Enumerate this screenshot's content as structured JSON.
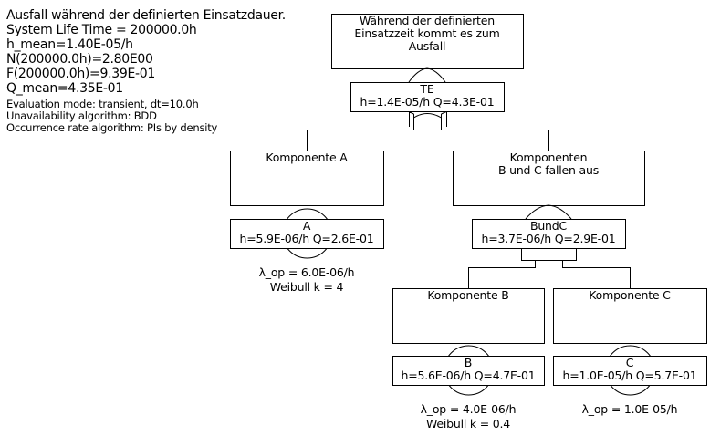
{
  "summary": {
    "title": "Ausfall während der definierten Einsatzdauer.",
    "life_time": "System Life Time = 200000.0h",
    "h_mean": "h_mean=1.40E-05/h",
    "n_value": "N(200000.0h)=2.80E00",
    "f_value": "F(200000.0h)=9.39E-01",
    "q_mean": "Q_mean=4.35E-01",
    "evaluation_mode": "Evaluation mode: transient, dt=10.0h",
    "unavailability_algorithm": "Unavailability algorithm: BDD",
    "occurrence_algorithm": "Occurrence rate algorithm: PIs by density"
  },
  "tree": {
    "top": {
      "description": [
        "Während der definierten",
        "Einsatzzeit kommt es zum",
        "Ausfall"
      ],
      "name": "TE",
      "metrics": "h=1.4E-05/h Q=4.3E-01",
      "gate": "OR"
    },
    "a": {
      "description": [
        "Komponente A"
      ],
      "name": "A",
      "metrics": "h=5.9E-06/h Q=2.6E-01",
      "type": "basic-event",
      "params": [
        "λ_op = 6.0E-06/h",
        "Weibull k = 4"
      ]
    },
    "bundc": {
      "description": [
        "Komponenten",
        "B und C fallen aus"
      ],
      "name": "BundC",
      "metrics": "h=3.7E-06/h Q=2.9E-01",
      "gate": "AND"
    },
    "b": {
      "description": [
        "Komponente B"
      ],
      "name": "B",
      "metrics": "h=5.6E-06/h Q=4.7E-01",
      "type": "basic-event",
      "params": [
        "λ_op = 4.0E-06/h",
        "Weibull k = 0.4"
      ]
    },
    "c": {
      "description": [
        "Komponente C"
      ],
      "name": "C",
      "metrics": "h=1.0E-05/h Q=5.7E-01",
      "type": "basic-event",
      "params": [
        "λ_op = 1.0E-05/h"
      ]
    }
  }
}
